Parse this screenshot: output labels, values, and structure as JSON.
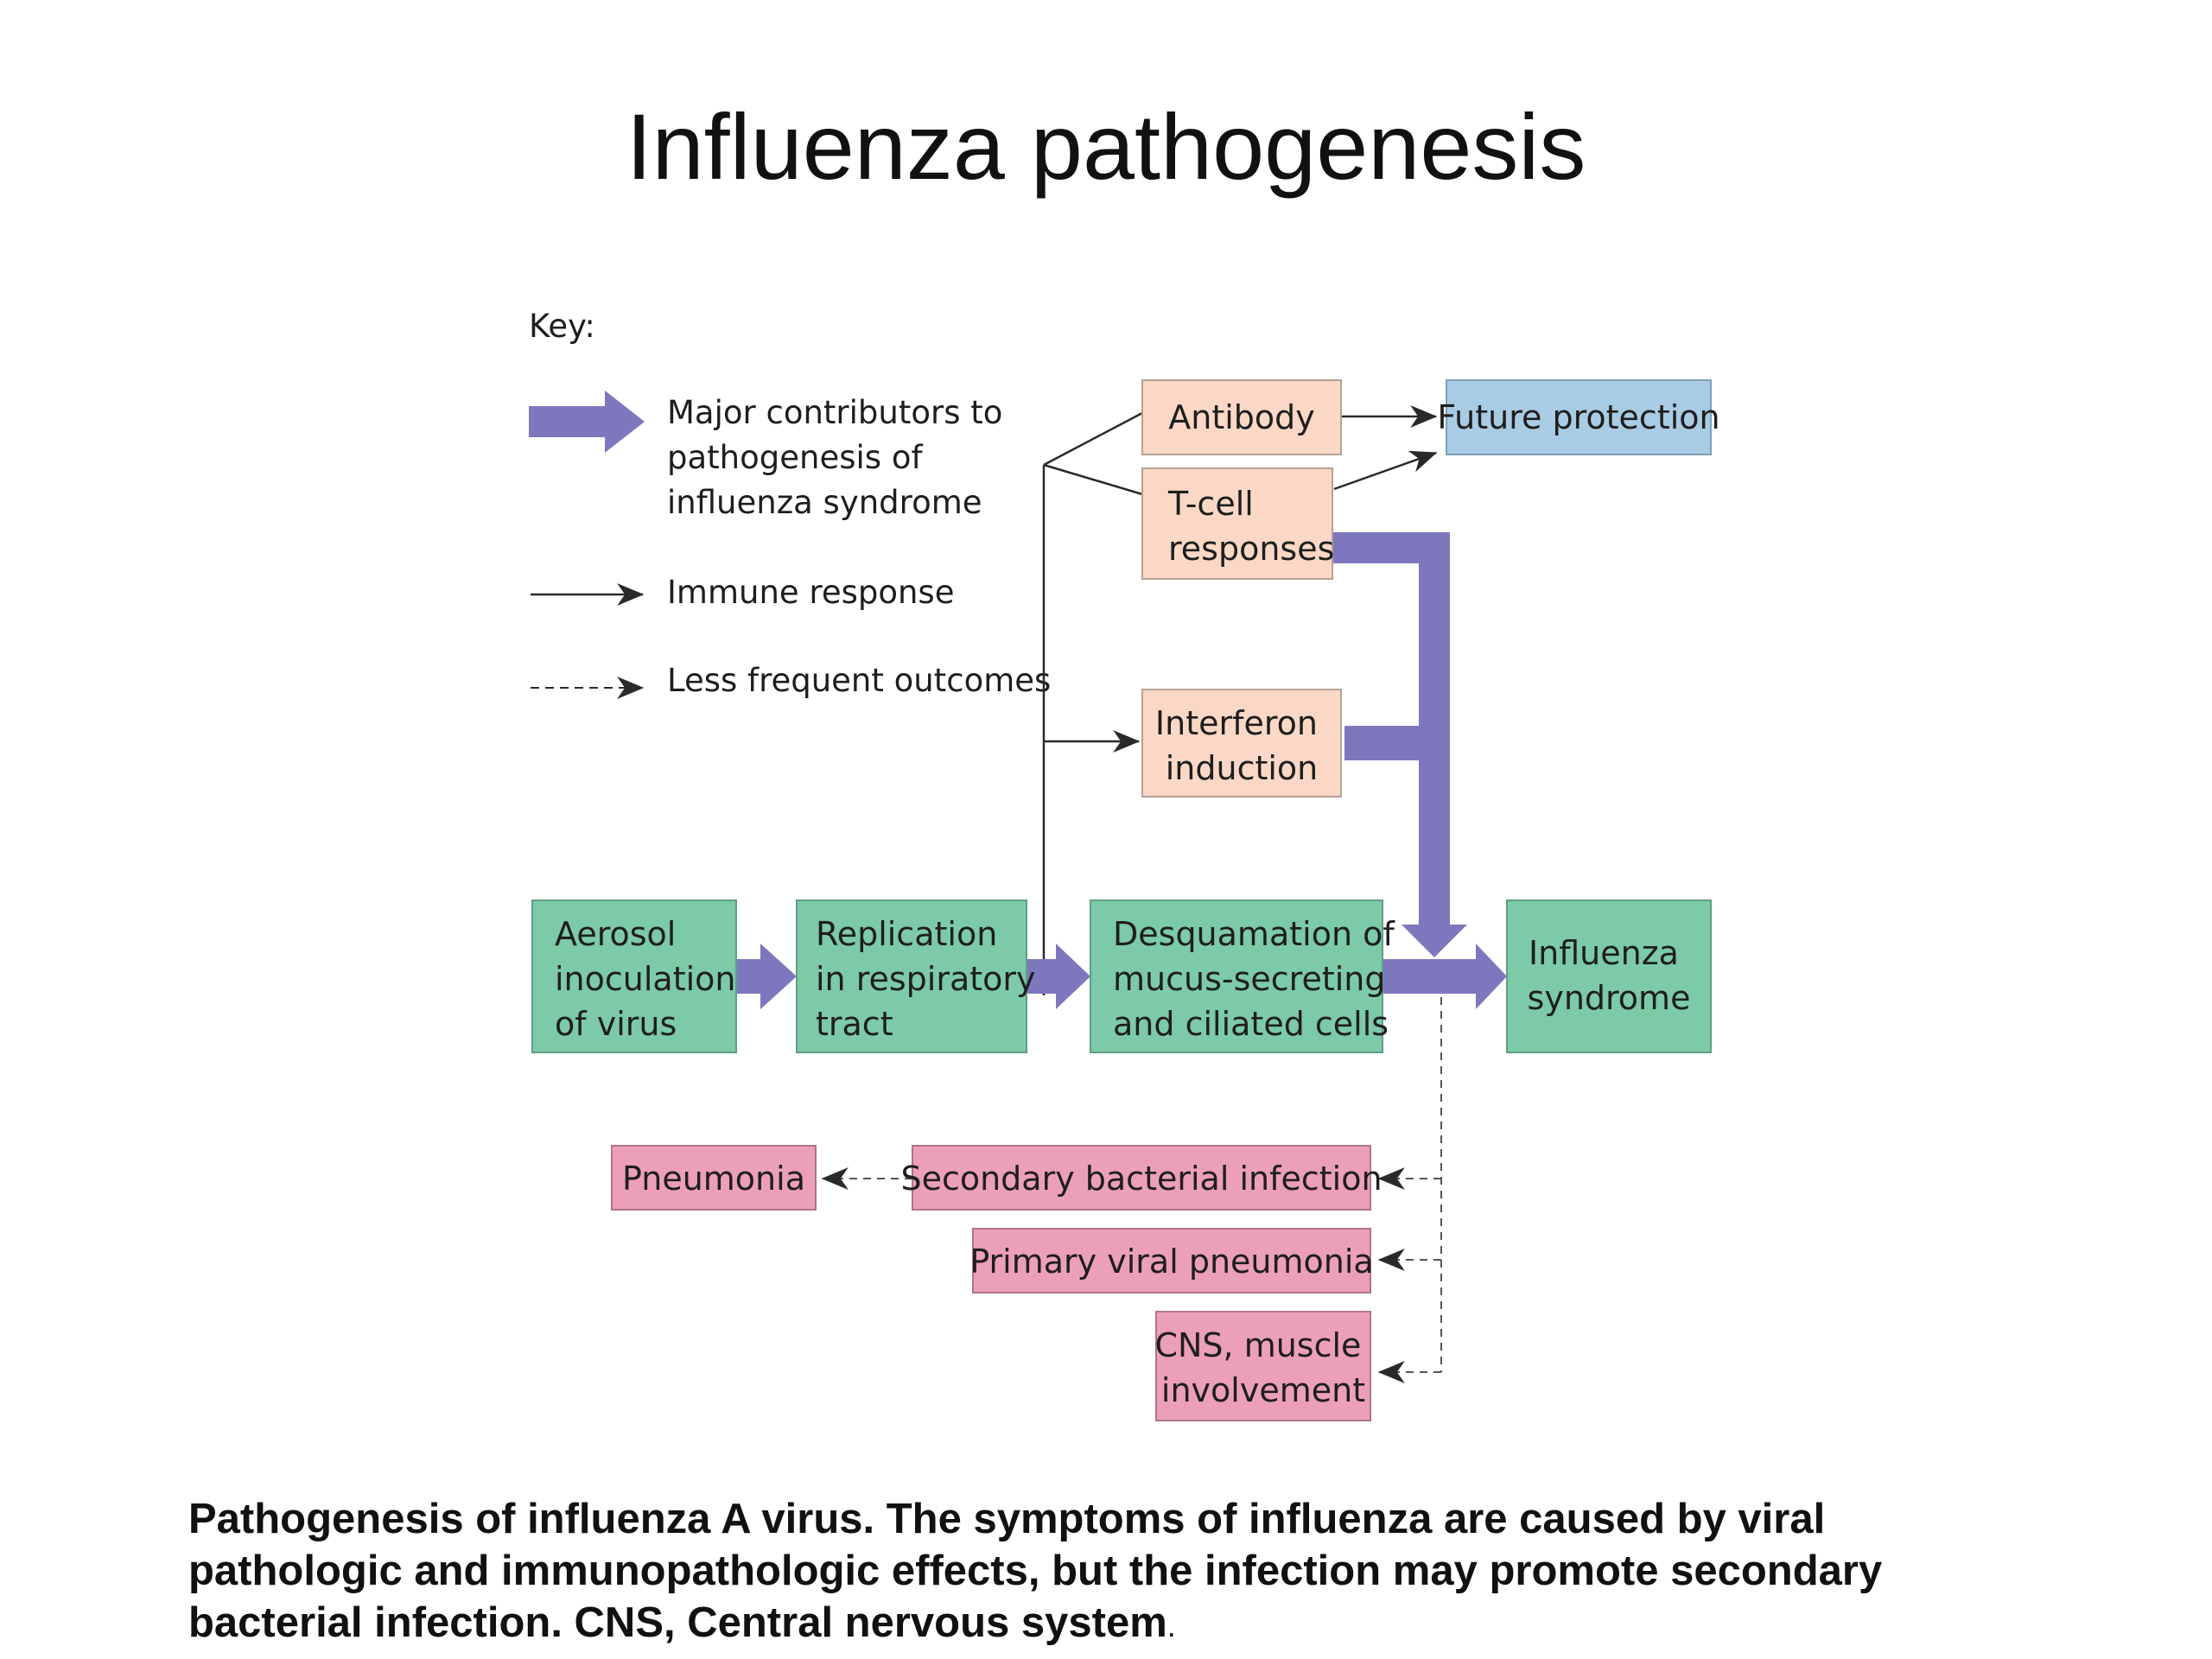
{
  "title": "Influenza pathogenesis",
  "colors": {
    "green": "#7ccaa8",
    "peach": "#fbd8c6",
    "blue": "#a8cce4",
    "pink": "#ec9fba",
    "major_arrow": "#7d78bd",
    "line": "#3a3a3a"
  },
  "key": {
    "heading": "Key:",
    "major": [
      "Major contributors to",
      "pathogenesis of",
      "influenza syndrome"
    ],
    "immune": "Immune response",
    "less": "Less frequent outcomes"
  },
  "nodes": {
    "aerosol": [
      "Aerosol",
      "inoculation",
      "of virus"
    ],
    "replication": [
      "Replication",
      "in respiratory",
      "tract"
    ],
    "desquamation": [
      "Desquamation of",
      "mucus-secreting",
      "and ciliated cells"
    ],
    "influenza_syndrome": [
      "Influenza",
      "syndrome"
    ],
    "antibody": "Antibody",
    "tcell": [
      "T-cell",
      "responses"
    ],
    "future": "Future protection",
    "interferon": [
      "Interferon",
      "induction"
    ],
    "secondary": "Secondary bacterial infection",
    "pneumonia": "Pneumonia",
    "primary": "Primary viral pneumonia",
    "cns": [
      "CNS, muscle",
      "involvement"
    ]
  },
  "caption": {
    "line1": "Pathogenesis of influenza A virus. The symptoms of influenza are caused by viral",
    "line2": "pathologic and immunopathologic effects, but the infection may promote secondary",
    "line3": "bacterial infection. CNS, Central nervous system",
    "end": "."
  }
}
